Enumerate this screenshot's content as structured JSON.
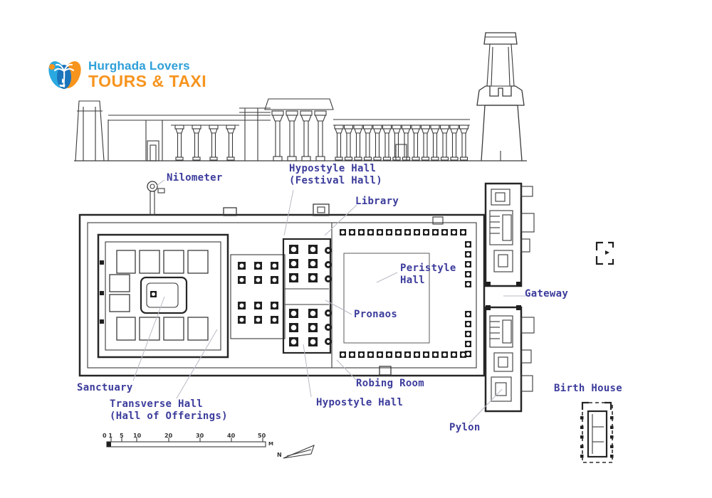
{
  "logo": {
    "brand": "Hurghada Lovers",
    "tagline": "TOURS & TAXI"
  },
  "labels": {
    "nilometer": "Nilometer",
    "hypostyle_festival": "Hypostyle Hall\n(Festival Hall)",
    "library": "Library",
    "peristyle": "Peristyle\nHall",
    "gateway": "Gateway",
    "pronaos": "Pronaos",
    "sanctuary": "Sanctuary",
    "transverse": "Transverse Hall\n(Hall of Offerings)",
    "robing_room": "Robing Room",
    "hypostyle": "Hypostyle Hall",
    "pylon": "Pylon",
    "birth_house": "Birth House"
  },
  "scale_bar": {
    "ticks": [
      "0 1",
      "5",
      "10",
      "20",
      "30",
      "40",
      "50"
    ],
    "unit": "M"
  },
  "north_arrow": {
    "label": "N"
  },
  "colors": {
    "label_ink": "#3c3c9c",
    "line_ink": "#3a3a3a",
    "leader": "#b9bac6",
    "logo_blue": "#2e9fd8",
    "logo_orange": "#f7941e"
  }
}
